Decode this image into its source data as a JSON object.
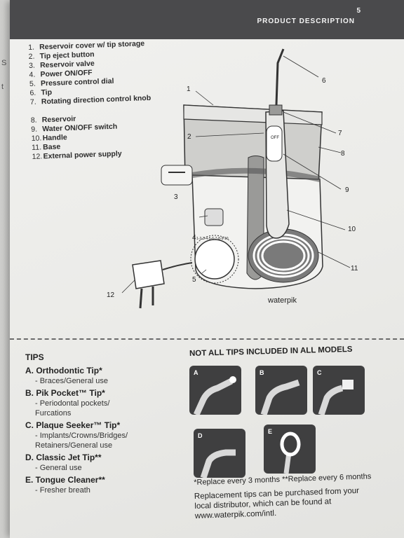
{
  "header": {
    "page_number": "5",
    "section_title": "PRODUCT DESCRIPTION"
  },
  "left_page_fragments": [
    "S",
    "t"
  ],
  "parts": [
    {
      "num": "1.",
      "label": "Reservoir cover w/ tip storage"
    },
    {
      "num": "2.",
      "label": "Tip eject button"
    },
    {
      "num": "3.",
      "label": "Reservoir valve"
    },
    {
      "num": "4.",
      "label": "Power ON/OFF"
    },
    {
      "num": "5.",
      "label": "Pressure control dial"
    },
    {
      "num": "6.",
      "label": "Tip"
    },
    {
      "num": "7.",
      "label": "Rotating direction control knob"
    },
    {
      "num": "8.",
      "label": "Reservoir"
    },
    {
      "num": "9.",
      "label": "Water ON/OFF switch"
    },
    {
      "num": "10.",
      "label": "Handle"
    },
    {
      "num": "11.",
      "label": "Base"
    },
    {
      "num": "12.",
      "label": "External power supply"
    }
  ],
  "diagram": {
    "callouts": [
      "1",
      "2",
      "3",
      "4",
      "5",
      "6",
      "7",
      "8",
      "9",
      "10",
      "11",
      "12"
    ],
    "brand": "waterpik",
    "switch_off": "OFF",
    "dial_scale": "1-2-3-4-5-6-7-8-9-10"
  },
  "tips_section": {
    "heading": "TIPS",
    "items": [
      {
        "name": "A. Orthodontic Tip*",
        "uses": [
          "- Braces/General use"
        ]
      },
      {
        "name": "B. Pik Pocket™ Tip*",
        "uses": [
          "- Periodontal pockets/",
          "Furcations"
        ]
      },
      {
        "name": "C. Plaque Seeker™ Tip*",
        "uses": [
          "- Implants/Crowns/Bridges/",
          "Retainers/General use"
        ]
      },
      {
        "name": "D. Classic Jet Tip**",
        "uses": [
          "- General use"
        ]
      },
      {
        "name": "E. Tongue Cleaner**",
        "uses": [
          "- Fresher breath"
        ]
      }
    ]
  },
  "models": {
    "heading": "NOT ALL TIPS INCLUDED IN ALL MODELS",
    "tiles": [
      "A",
      "B",
      "C",
      "D",
      "E"
    ]
  },
  "footer": {
    "replace_note": "*Replace every 3 months **Replace every 6 months",
    "lines": [
      "Replacement tips can be purchased from your",
      "local distributor, which can be found at",
      "www.waterpik.com/intl."
    ]
  }
}
